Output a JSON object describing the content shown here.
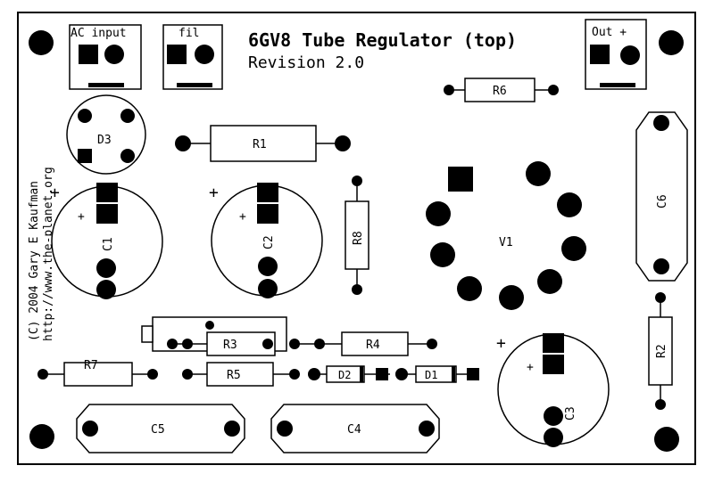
{
  "title": "6GV8 Tube Regulator (top)",
  "revision": "Revision 2.0",
  "credit_line1": "(C) 2004 Gary E Kaufman",
  "credit_line2": "http://www.the-planet.org",
  "terminals": {
    "ac_input": "AC input",
    "fil": "fil",
    "out": "Out +"
  },
  "components": {
    "d3": "D3",
    "r1": "R1",
    "r6": "R6",
    "r8": "R8",
    "c1": "C1",
    "c2": "C2",
    "c3": "C3",
    "c4": "C4",
    "c5": "C5",
    "c6": "C6",
    "v1": "V1",
    "r2": "R2",
    "r3": "R3",
    "r4": "R4",
    "r5": "R5",
    "r7": "R7",
    "d1": "D1",
    "d2": "D2"
  },
  "polarity": {
    "c1_plus_outer": "+",
    "c1_plus_inner": "+",
    "c2_plus_outer": "+",
    "c2_plus_inner": "+",
    "c3_plus_outer": "+",
    "c3_plus_inner": "+"
  }
}
